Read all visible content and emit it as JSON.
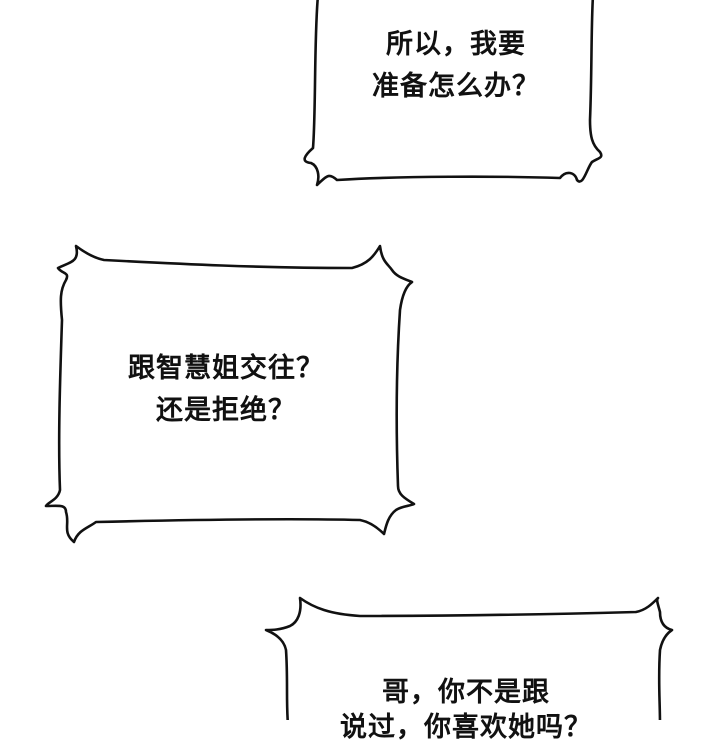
{
  "bubbles": [
    {
      "lines": [
        "所以，我要",
        "准备怎么办？"
      ]
    },
    {
      "lines": [
        "跟智慧姐交往？",
        "还是拒绝？"
      ]
    },
    {
      "lines": [
        "哥，你不是跟",
        "说过，你喜欢她吗？"
      ]
    }
  ]
}
